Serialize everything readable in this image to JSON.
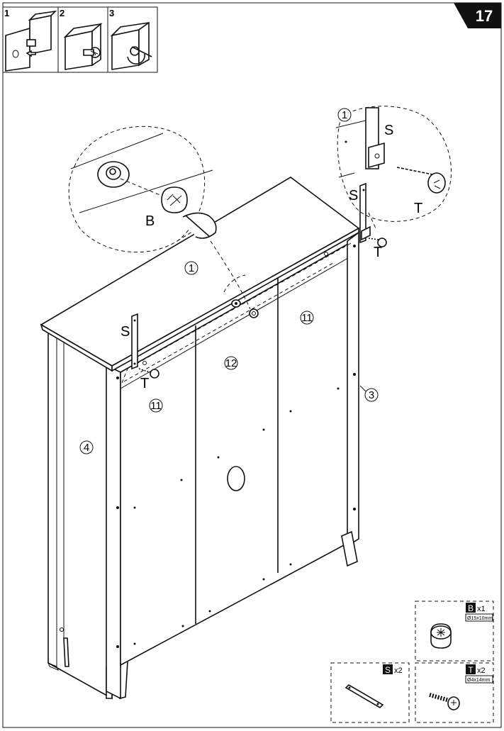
{
  "page": {
    "number": "17"
  },
  "steps": [
    {
      "label": "1"
    },
    {
      "label": "2"
    },
    {
      "label": "3"
    }
  ],
  "callouts": {
    "top_panel": "1",
    "door_left": "11",
    "door_right": "11",
    "center_panel": "12",
    "right_side": "3",
    "left_side": "4",
    "detail_panel": "1"
  },
  "letters": {
    "cam_lock": "B",
    "bracket_right": "S",
    "bracket_left": "S",
    "screw_right": "T",
    "screw_left": "T",
    "detail_bracket": "S",
    "detail_screw": "T"
  },
  "parts": [
    {
      "id": "B",
      "qty": "x1",
      "size": "Ø15x10mm",
      "icon": "cam-lock-icon"
    },
    {
      "id": "S",
      "qty": "x2",
      "size": "",
      "icon": "metal-bracket-icon"
    },
    {
      "id": "T",
      "qty": "x2",
      "size": "Ø4x14mm",
      "icon": "screw-icon"
    }
  ]
}
